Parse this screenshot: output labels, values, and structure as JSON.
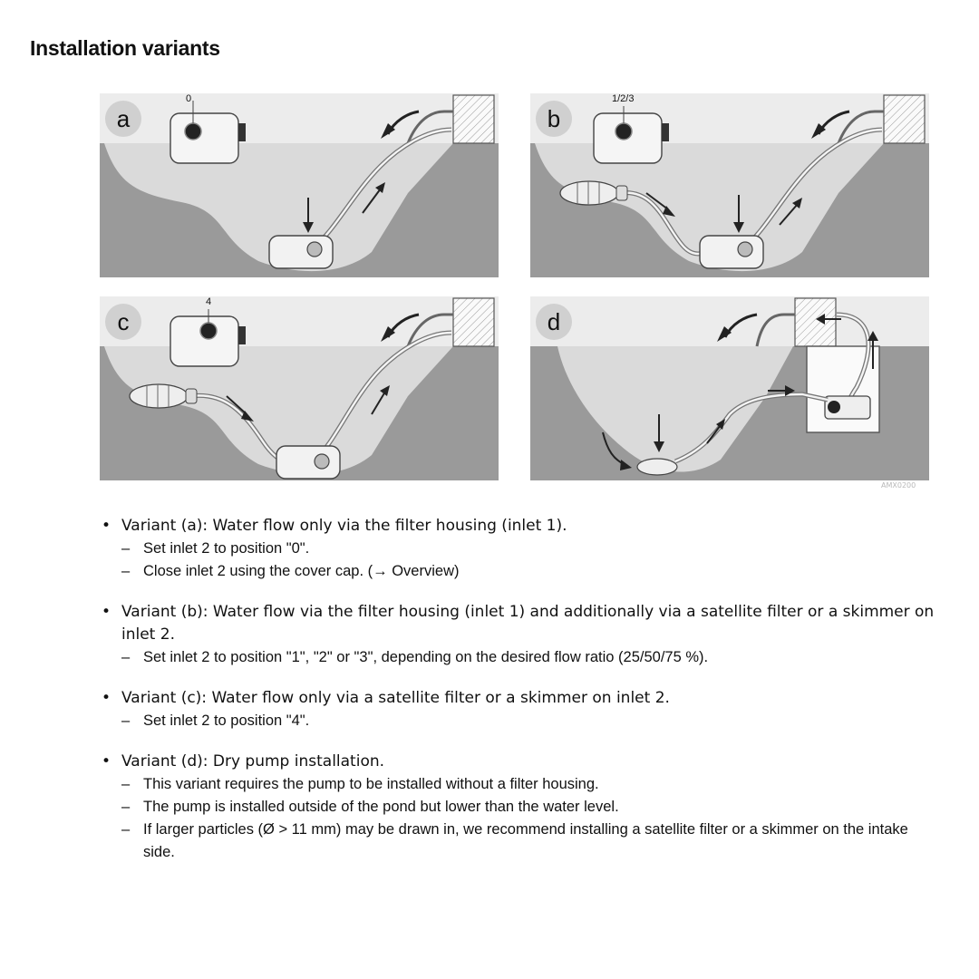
{
  "title": "Installation variants",
  "figure": {
    "code": "AMX0200",
    "panels": [
      {
        "letter": "a",
        "setting": "0"
      },
      {
        "letter": "b",
        "setting": "1/2/3"
      },
      {
        "letter": "c",
        "setting": "4"
      },
      {
        "letter": "d",
        "setting": ""
      }
    ]
  },
  "variants": [
    {
      "text": "Variant (a): Water flow only via the filter housing (inlet 1).",
      "subs": [
        "Set inlet 2 to position \"0\".",
        "Close inlet 2 using the cover cap. (→ Overview)"
      ]
    },
    {
      "text": "Variant (b): Water flow via the filter housing (inlet 1) and additionally via a satellite filter or a skimmer on inlet 2.",
      "subs": [
        "Set inlet 2 to position \"1\", \"2\" or \"3\", depending on the desired flow ratio (25/50/75 %)."
      ]
    },
    {
      "text": "Variant (c): Water flow only via a satellite filter or a skimmer on inlet 2.",
      "subs": [
        "Set inlet 2 to position \"4\"."
      ]
    },
    {
      "text": "Variant (d): Dry pump installation.",
      "subs": [
        "This variant requires the pump to be installed without a filter housing.",
        "The pump is installed outside of the pond but lower than the water level.",
        "If larger particles (Ø > 11 mm) may be drawn in, we recommend installing a satellite filter or a skimmer on the intake side."
      ]
    }
  ]
}
